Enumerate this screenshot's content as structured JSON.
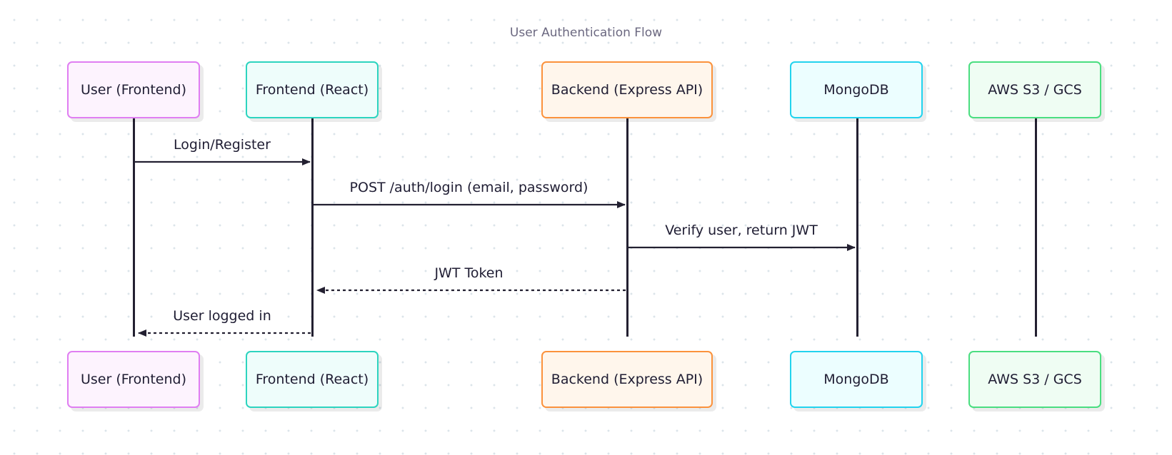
{
  "diagram": {
    "title": "User Authentication Flow",
    "participants": [
      {
        "id": "user",
        "label": "User (Frontend)",
        "border": "#e07ef2",
        "fill": "#fdf3fe"
      },
      {
        "id": "frontend",
        "label": "Frontend (React)",
        "border": "#2dd4bf",
        "fill": "#eefdfb"
      },
      {
        "id": "backend",
        "label": "Backend (Express API)",
        "border": "#fb923c",
        "fill": "#fff6ec"
      },
      {
        "id": "mongodb",
        "label": "MongoDB",
        "border": "#22d3ee",
        "fill": "#ecfeff"
      },
      {
        "id": "storage",
        "label": "AWS S3 / GCS",
        "border": "#4ade80",
        "fill": "#effdf3"
      }
    ],
    "messages": [
      {
        "from": "user",
        "to": "frontend",
        "label": "Login/Register",
        "style": "solid"
      },
      {
        "from": "frontend",
        "to": "backend",
        "label": "POST /auth/login (email, password)",
        "style": "solid"
      },
      {
        "from": "backend",
        "to": "mongodb",
        "label": "Verify user, return JWT",
        "style": "solid"
      },
      {
        "from": "backend",
        "to": "frontend",
        "label": "JWT Token",
        "style": "dashed"
      },
      {
        "from": "frontend",
        "to": "user",
        "label": "User logged in",
        "style": "dashed"
      }
    ],
    "line_color": "#232031"
  }
}
